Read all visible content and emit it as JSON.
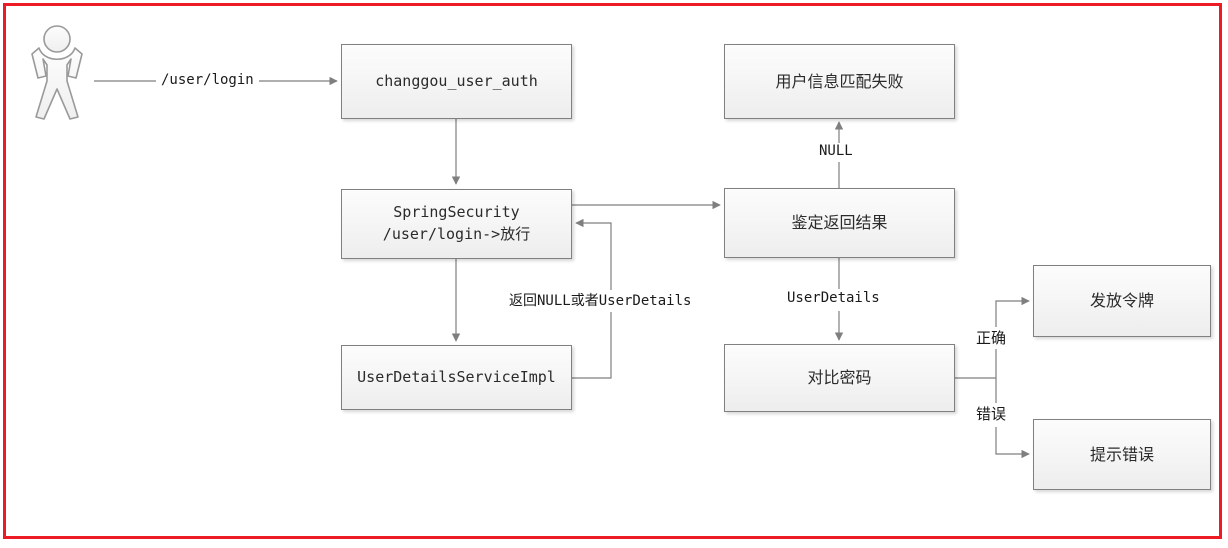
{
  "diagram": {
    "title": "SpringSecurity login authentication flow",
    "frame_color": "#ED1C24",
    "node_border_color": "#808080",
    "node_fill_top": "#FCFCFC",
    "node_fill_bottom": "#EDEDED",
    "connector_color": "#7F7F7F",
    "actor": {
      "name": "user-actor",
      "label": ""
    },
    "nodes": [
      {
        "id": "changgou_user_auth",
        "label": "changgou_user_auth",
        "script": "latin"
      },
      {
        "id": "spring_security",
        "label": "SpringSecurity\n/user/login->放行",
        "script": "mixed"
      },
      {
        "id": "user_details_impl",
        "label": "UserDetailsServiceImpl",
        "script": "latin"
      },
      {
        "id": "match_fail",
        "label": "用户信息匹配失败",
        "script": "cjk"
      },
      {
        "id": "auth_result",
        "label": "鉴定返回结果",
        "script": "cjk"
      },
      {
        "id": "compare_password",
        "label": "对比密码",
        "script": "cjk"
      },
      {
        "id": "issue_token",
        "label": "发放令牌",
        "script": "cjk"
      },
      {
        "id": "show_error",
        "label": "提示错误",
        "script": "cjk"
      }
    ],
    "edges": [
      {
        "id": "actor-to-auth",
        "from": "user-actor",
        "to": "changgou_user_auth",
        "label": "/user/login"
      },
      {
        "id": "auth-to-security",
        "from": "changgou_user_auth",
        "to": "spring_security",
        "label": ""
      },
      {
        "id": "security-to-impl",
        "from": "spring_security",
        "to": "user_details_impl",
        "label": ""
      },
      {
        "id": "impl-to-security",
        "from": "user_details_impl",
        "to": "spring_security",
        "label": "返回NULL或者UserDetails"
      },
      {
        "id": "security-to-result",
        "from": "spring_security",
        "to": "auth_result",
        "label": ""
      },
      {
        "id": "result-to-fail",
        "from": "auth_result",
        "to": "match_fail",
        "label": "NULL"
      },
      {
        "id": "result-to-compare",
        "from": "auth_result",
        "to": "compare_password",
        "label": "UserDetails"
      },
      {
        "id": "compare-to-token",
        "from": "compare_password",
        "to": "issue_token",
        "label": "正确"
      },
      {
        "id": "compare-to-error",
        "from": "compare_password",
        "to": "show_error",
        "label": "错误"
      }
    ]
  }
}
